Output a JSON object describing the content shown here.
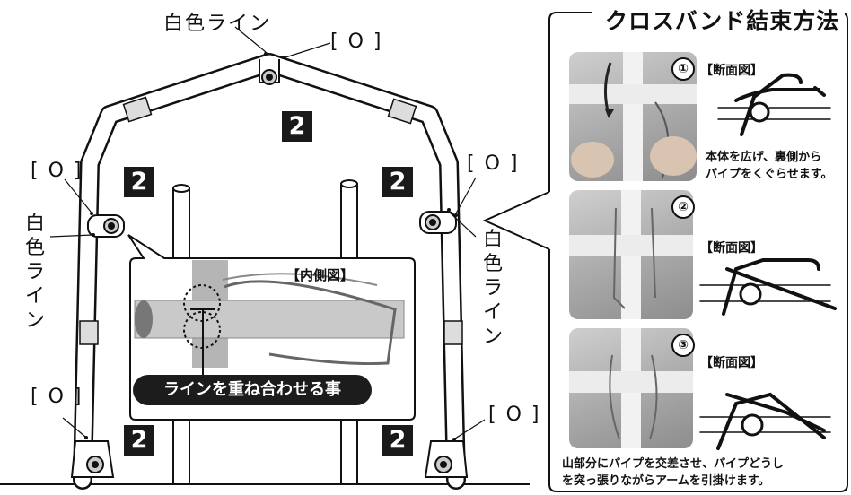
{
  "labels": {
    "white_line": "白色ライン",
    "o_mark": "[ O ]",
    "number": "2"
  },
  "inset": {
    "title": "【内側図】",
    "banner": "ラインを重ね合わせる事"
  },
  "panel": {
    "title": "クロスバンド結束方法",
    "steps": [
      {
        "number": "①",
        "section_label": "【断面図】",
        "caption_lines": [
          "本体を広げ、裏側から",
          "パイプをくぐらせます。"
        ]
      },
      {
        "number": "②",
        "section_label": "【断面図】",
        "caption_lines": []
      },
      {
        "number": "③",
        "section_label": "【断面図】",
        "caption_lines": []
      }
    ],
    "bottom_caption_lines": [
      "山部分にパイプを交差させ、パイプどうし",
      "を突っ張りながらアームを引掛けます。"
    ]
  },
  "colors": {
    "ink": "#111111",
    "pipe": "#ffffff",
    "label_bg": "#1a1a1a",
    "photo_grey": "#a9a9a9"
  }
}
